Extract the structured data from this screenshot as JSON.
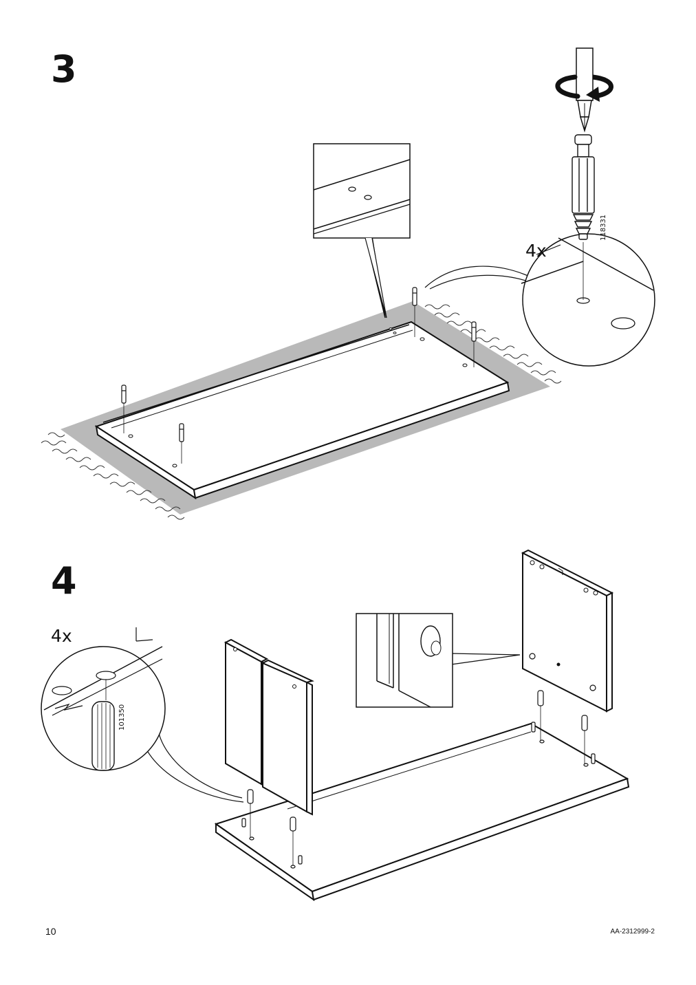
{
  "steps": [
    {
      "number": "3",
      "quantity": "4x",
      "part_number": "118331"
    },
    {
      "number": "4",
      "quantity": "4x",
      "part_number": "101350"
    }
  ],
  "footer": {
    "page_number": "10",
    "document_code": "AA-2312999-2"
  },
  "icons": [
    "screwdriver-icon",
    "rotate-arrow-icon",
    "cam-dowel-icon",
    "wooden-dowel-icon"
  ],
  "colors": {
    "ink": "#111111",
    "rug": "#b9b9b9",
    "paper": "#ffffff"
  }
}
